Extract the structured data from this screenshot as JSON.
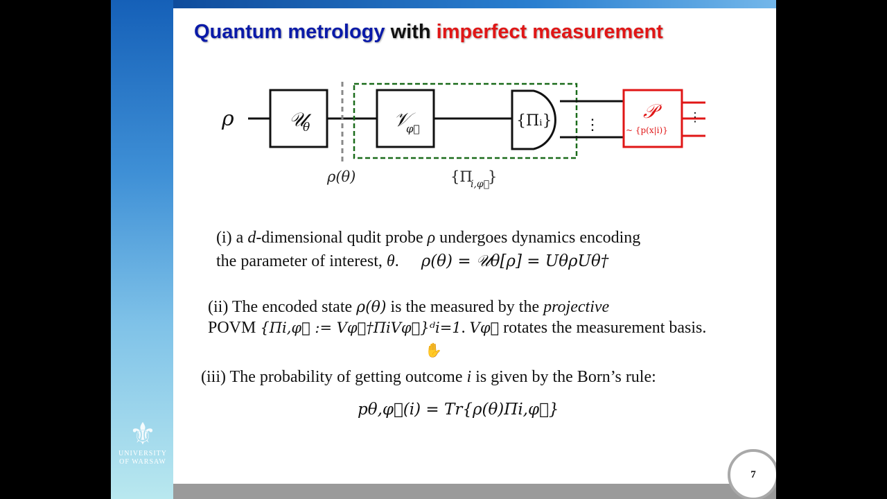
{
  "slide": {
    "title_part1": "Quantum metrology",
    "title_part2": "with",
    "title_part3": "imperfect measurement",
    "colors": {
      "title_blue": "#0a1aa8",
      "title_red": "#e01616",
      "detector_red": "#e01616",
      "box_green": "#1a6b1a"
    }
  },
  "diagram": {
    "input_label": "ρ",
    "encoding_box": "𝒰",
    "encoding_sub": "θ",
    "rotation_box": "𝒱",
    "rotation_sub": "φ⃗",
    "povm_label": "{Πᵢ}",
    "dots": "⋮",
    "detector_main": "𝒫",
    "detector_sub": "~ {p(x|i)}",
    "detector_dots": "⋮",
    "state_label": "ρ(θ)",
    "rotated_povm_label": "{Π",
    "rotated_povm_sub": "i,φ⃗",
    "rotated_povm_close": "}"
  },
  "text": {
    "item1_line1_a": "(i) a ",
    "item1_line1_d": "d",
    "item1_line1_b": "-dimensional qudit probe ",
    "item1_line1_rho": "ρ",
    "item1_line1_c": " undergoes dynamics encoding",
    "item1_line2_a": "the parameter of interest, ",
    "item1_line2_theta": "θ",
    "item1_line2_b": ".",
    "item1_eq": "ρ(θ) = 𝒰θ[ρ] = UθρUθ†",
    "item2_line1_a": "(ii) The encoded state ",
    "item2_line1_rho": "ρ(θ)",
    "item2_line1_b": " is the measured by the ",
    "item2_line1_c": "projective",
    "item2_line2_a": "POVM ",
    "item2_line2_eq": "{Πi,φ⃗ := Vφ⃗†ΠiVφ⃗}ᵈi=1",
    "item2_line2_b": ". ",
    "item2_line2_v": "Vφ⃗",
    "item2_line2_c": " rotates the measurement basis.",
    "item3_a": "(iii) The probability of getting outcome ",
    "item3_i": "i",
    "item3_b": " is given by the Born’s rule:",
    "item3_eq": "pθ,φ⃗(i) = Tr{ρ(θ)Πi,φ⃗}"
  },
  "logo": {
    "line1": "UNIVERSITY",
    "line2": "OF WARSAW"
  },
  "page_number": "7"
}
